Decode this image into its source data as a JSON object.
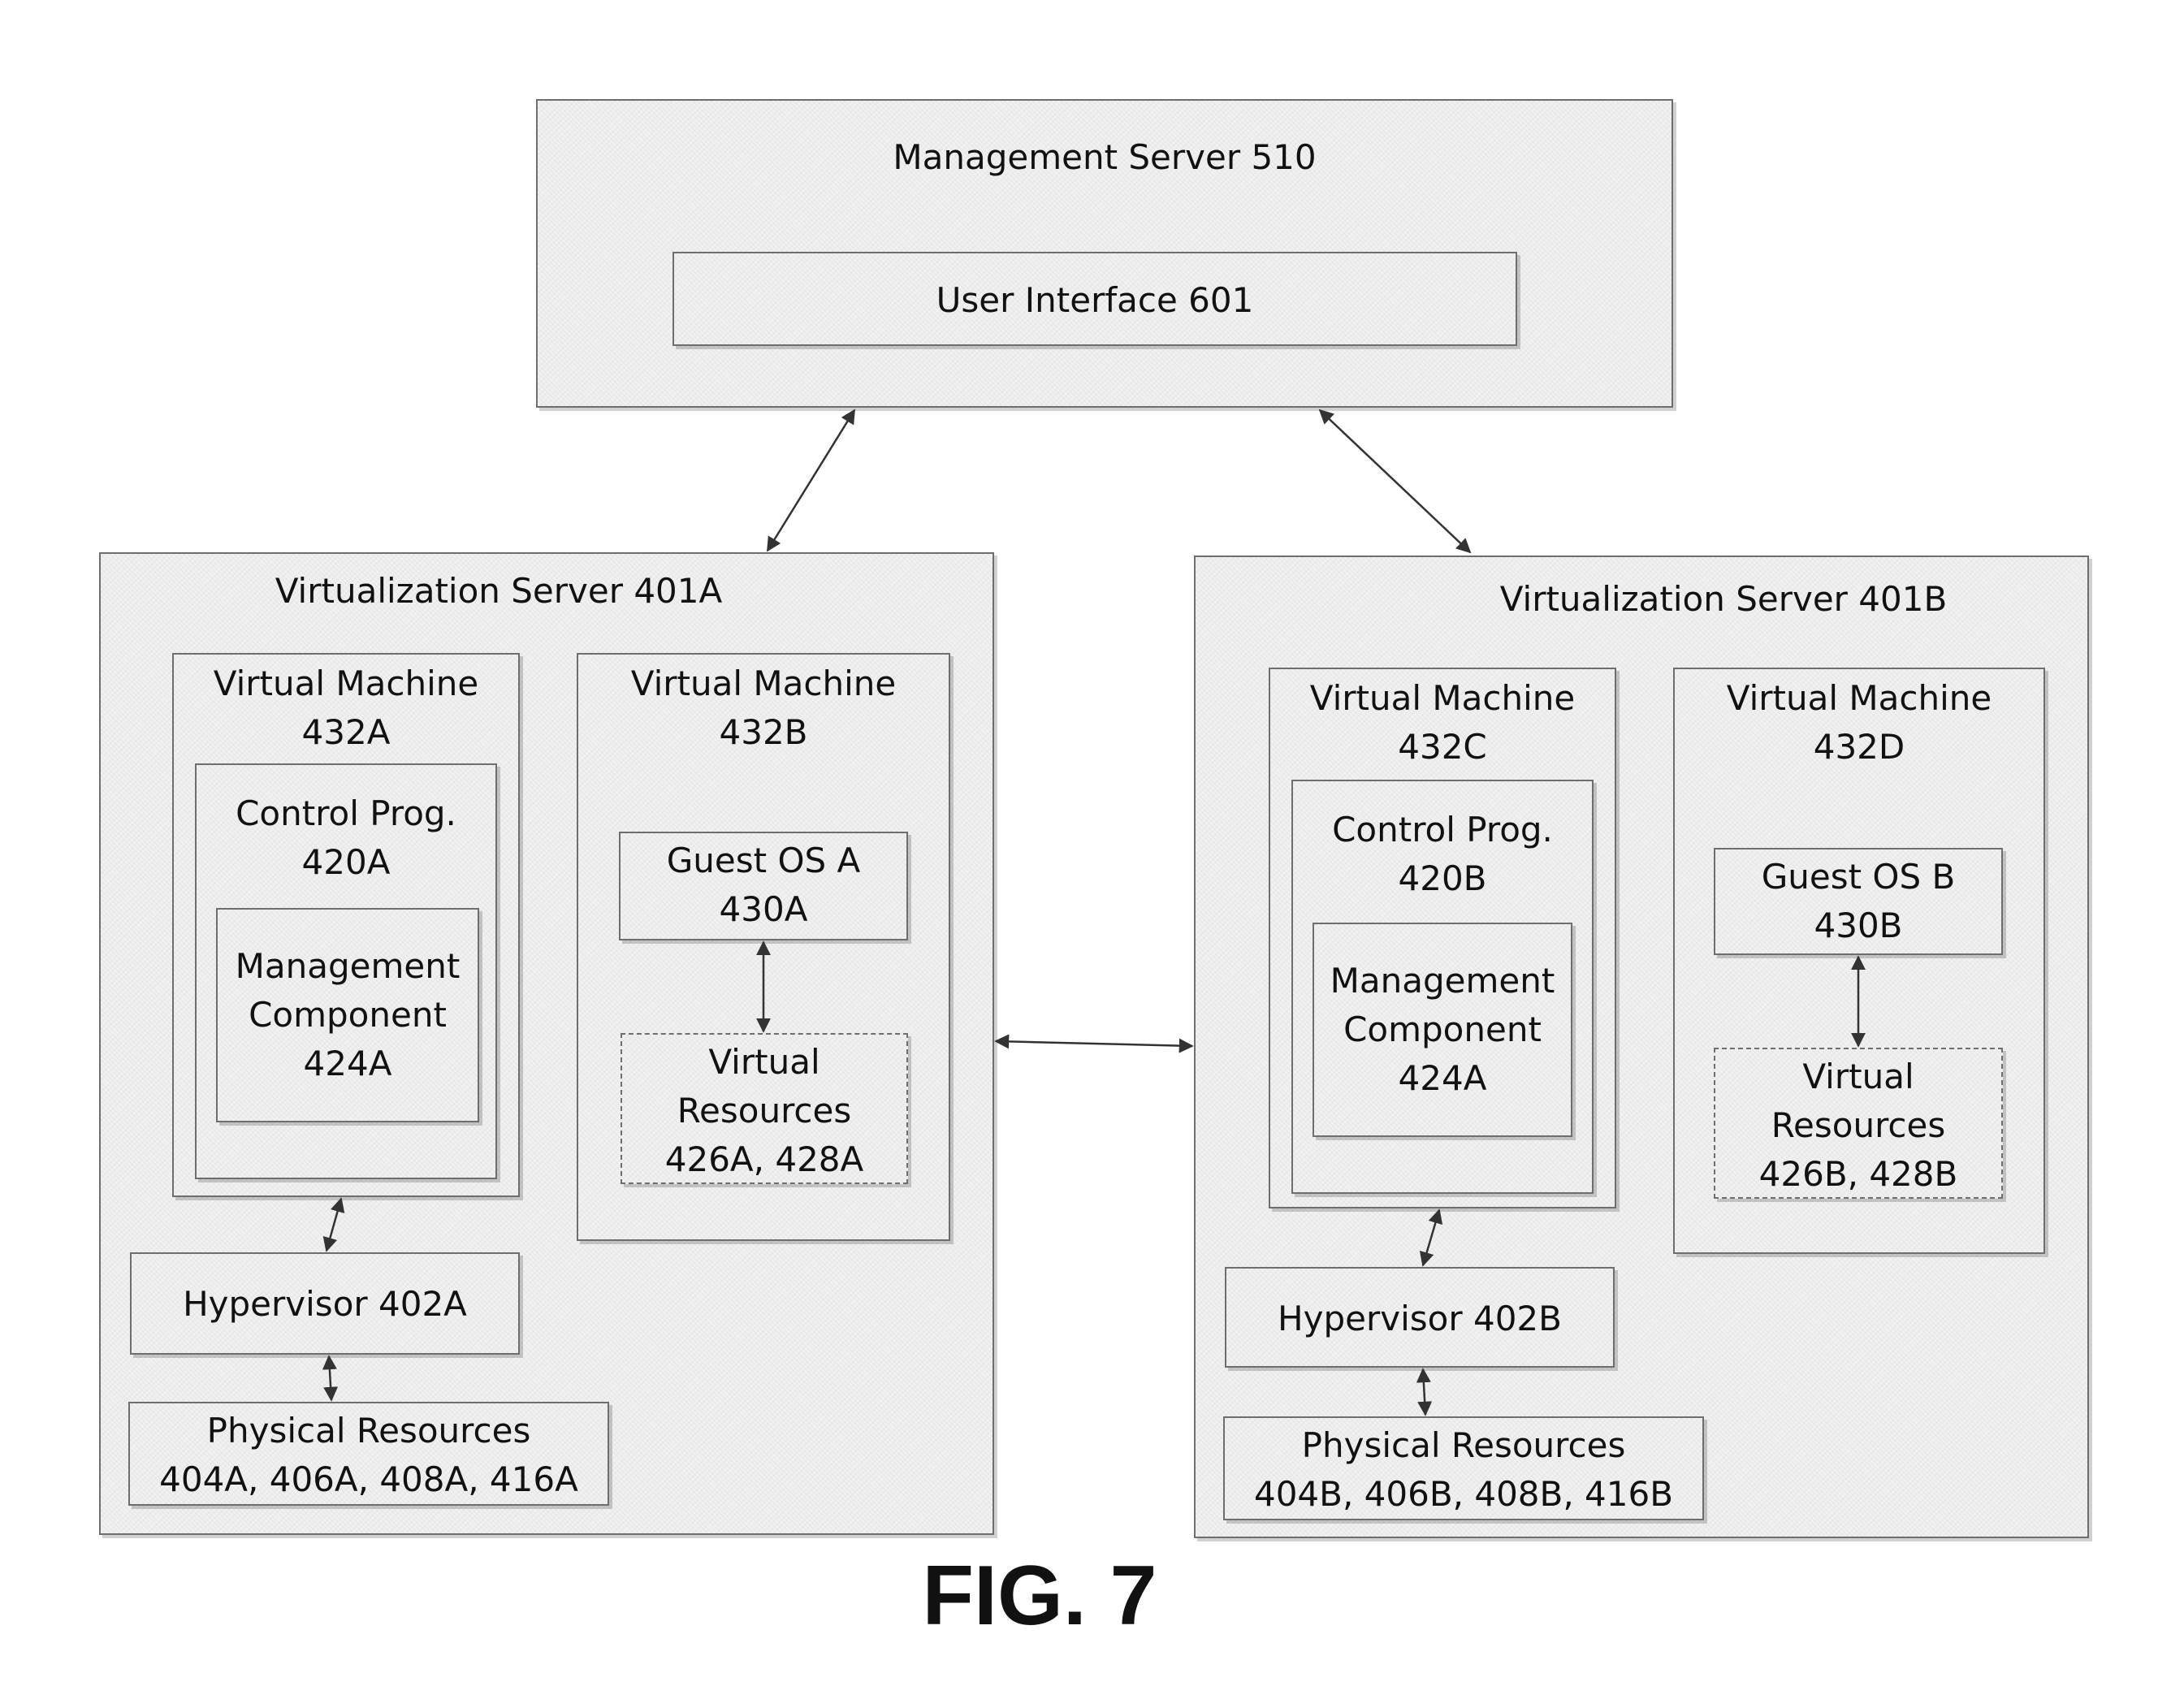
{
  "management_server": {
    "title": "Management Server 510",
    "user_interface": "User Interface  601"
  },
  "server_a": {
    "title": "Virtualization Server  401A",
    "vm1": {
      "title": "Virtual Machine\n432A",
      "control": "Control Prog.\n420A",
      "mgmt": "Management\nComponent\n424A"
    },
    "vm2": {
      "title": "Virtual Machine\n432B",
      "guest": "Guest OS A\n430A",
      "vres": "Virtual\nResources\n426A, 428A"
    },
    "hypervisor": "Hypervisor 402A",
    "physical": "Physical Resources\n404A, 406A, 408A, 416A"
  },
  "server_b": {
    "title": "Virtualization Server  401B",
    "vm1": {
      "title": "Virtual Machine\n432C",
      "control": "Control Prog.\n420B",
      "mgmt": "Management\nComponent\n424A"
    },
    "vm2": {
      "title": "Virtual Machine\n432D",
      "guest": "Guest OS B\n430B",
      "vres": "Virtual\nResources\n426B, 428B"
    },
    "hypervisor": "Hypervisor 402B",
    "physical": "Physical Resources\n404B, 406B, 408B, 416B"
  },
  "figure_label": "FIG. 7"
}
